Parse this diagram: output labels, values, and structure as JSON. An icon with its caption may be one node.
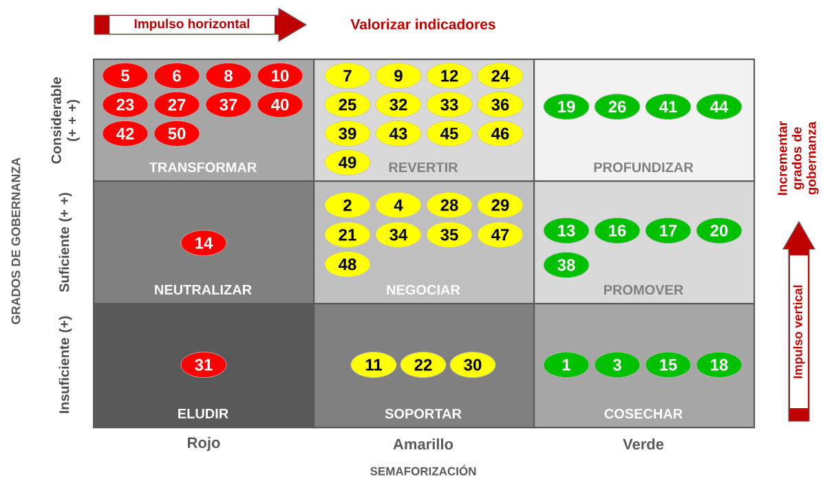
{
  "diagram": {
    "nodes": [
      {
        "text": [
          "Impulso horizontal"
        ]
      },
      {
        "text": [
          "TRANSFORMAR"
        ]
      },
      {
        "text": [
          "5"
        ],
        "in": 1
      },
      {
        "text": [
          "6"
        ],
        "in": 1
      },
      {
        "text": [
          "8"
        ],
        "in": 1
      },
      {
        "text": [
          "10"
        ],
        "in": 1
      },
      {
        "text": [
          "23"
        ],
        "in": 1
      },
      {
        "text": [
          "27"
        ],
        "in": 1
      },
      {
        "text": [
          "37"
        ],
        "in": 1
      },
      {
        "text": [
          "40"
        ],
        "in": 1
      },
      {
        "text": [
          "42"
        ],
        "in": 1
      },
      {
        "text": [
          "50"
        ],
        "in": 1
      },
      {
        "text": [
          "REVERTIR"
        ]
      },
      {
        "text": [
          "7"
        ],
        "in": 12
      },
      {
        "text": [
          "9"
        ],
        "in": 12
      },
      {
        "text": [
          "12"
        ],
        "in": 12
      },
      {
        "text": [
          "24"
        ],
        "in": 12
      },
      {
        "text": [
          "25"
        ],
        "in": 12
      },
      {
        "text": [
          "32"
        ],
        "in": 12
      },
      {
        "text": [
          "33"
        ],
        "in": 12
      },
      {
        "text": [
          "36"
        ],
        "in": 12
      },
      {
        "text": [
          "39"
        ],
        "in": 12
      },
      {
        "text": [
          "43"
        ],
        "in": 12
      },
      {
        "text": [
          "45"
        ],
        "in": 12
      },
      {
        "text": [
          "46"
        ],
        "in": 12
      },
      {
        "text": [
          "49"
        ],
        "in": 12
      },
      {
        "text": [
          "PROFUNDIZAR"
        ]
      },
      {
        "text": [
          "19"
        ],
        "in": 26
      },
      {
        "text": [
          "26"
        ],
        "in": 26
      },
      {
        "text": [
          "41"
        ],
        "in": 26
      },
      {
        "text": [
          "44"
        ],
        "in": 26
      },
      {
        "text": [
          "NEUTRALIZAR"
        ]
      },
      {
        "text": [
          "14"
        ],
        "in": 31
      },
      {
        "text": [
          "NEGOCIAR"
        ]
      },
      {
        "text": [
          "2"
        ],
        "in": 33
      },
      {
        "text": [
          "4"
        ],
        "in": 33
      },
      {
        "text": [
          "28"
        ],
        "in": 33
      },
      {
        "text": [
          "29"
        ],
        "in": 33
      },
      {
        "text": [
          "21"
        ],
        "in": 33
      },
      {
        "text": [
          "34"
        ],
        "in": 33
      },
      {
        "text": [
          "35"
        ],
        "in": 33
      },
      {
        "text": [
          "47"
        ],
        "in": 33
      },
      {
        "text": [
          "48"
        ],
        "in": 33
      },
      {
        "text": [
          "PROMOVER"
        ]
      },
      {
        "text": [
          "13"
        ],
        "in": 43
      },
      {
        "text": [
          "16"
        ],
        "in": 43
      },
      {
        "text": [
          "17"
        ],
        "in": 43
      },
      {
        "text": [
          "20"
        ],
        "in": 43
      },
      {
        "text": [
          "38"
        ],
        "in": 43
      },
      {
        "text": [
          "ELUDIR"
        ]
      },
      {
        "text": [
          "31"
        ],
        "in": 49
      },
      {
        "text": [
          "SOPORTAR"
        ]
      },
      {
        "text": [
          "11"
        ],
        "in": 51
      },
      {
        "text": [
          "22"
        ],
        "in": 51
      },
      {
        "text": [
          "30"
        ],
        "in": 51
      },
      {
        "text": [
          "COSECHAR"
        ]
      },
      {
        "text": [
          "1"
        ],
        "in": 55
      },
      {
        "text": [
          "3"
        ],
        "in": 55
      },
      {
        "text": [
          "15"
        ],
        "in": 55
      },
      {
        "text": [
          "18"
        ],
        "in": 55
      },
      {
        "text": [
          "Impulso vertical"
        ]
      }
    ],
    "labels": [
      "Valorizar indicadores",
      "Considerable (+ + +)",
      "Suficiente (+ +)",
      "Insuficiente (+)",
      "GRADOS DE GOBERNANZA",
      "Incrementar grados de gobernanza",
      "Rojo",
      "Amarillo",
      "Verde",
      "SEMAFORIZACIÓN"
    ]
  }
}
